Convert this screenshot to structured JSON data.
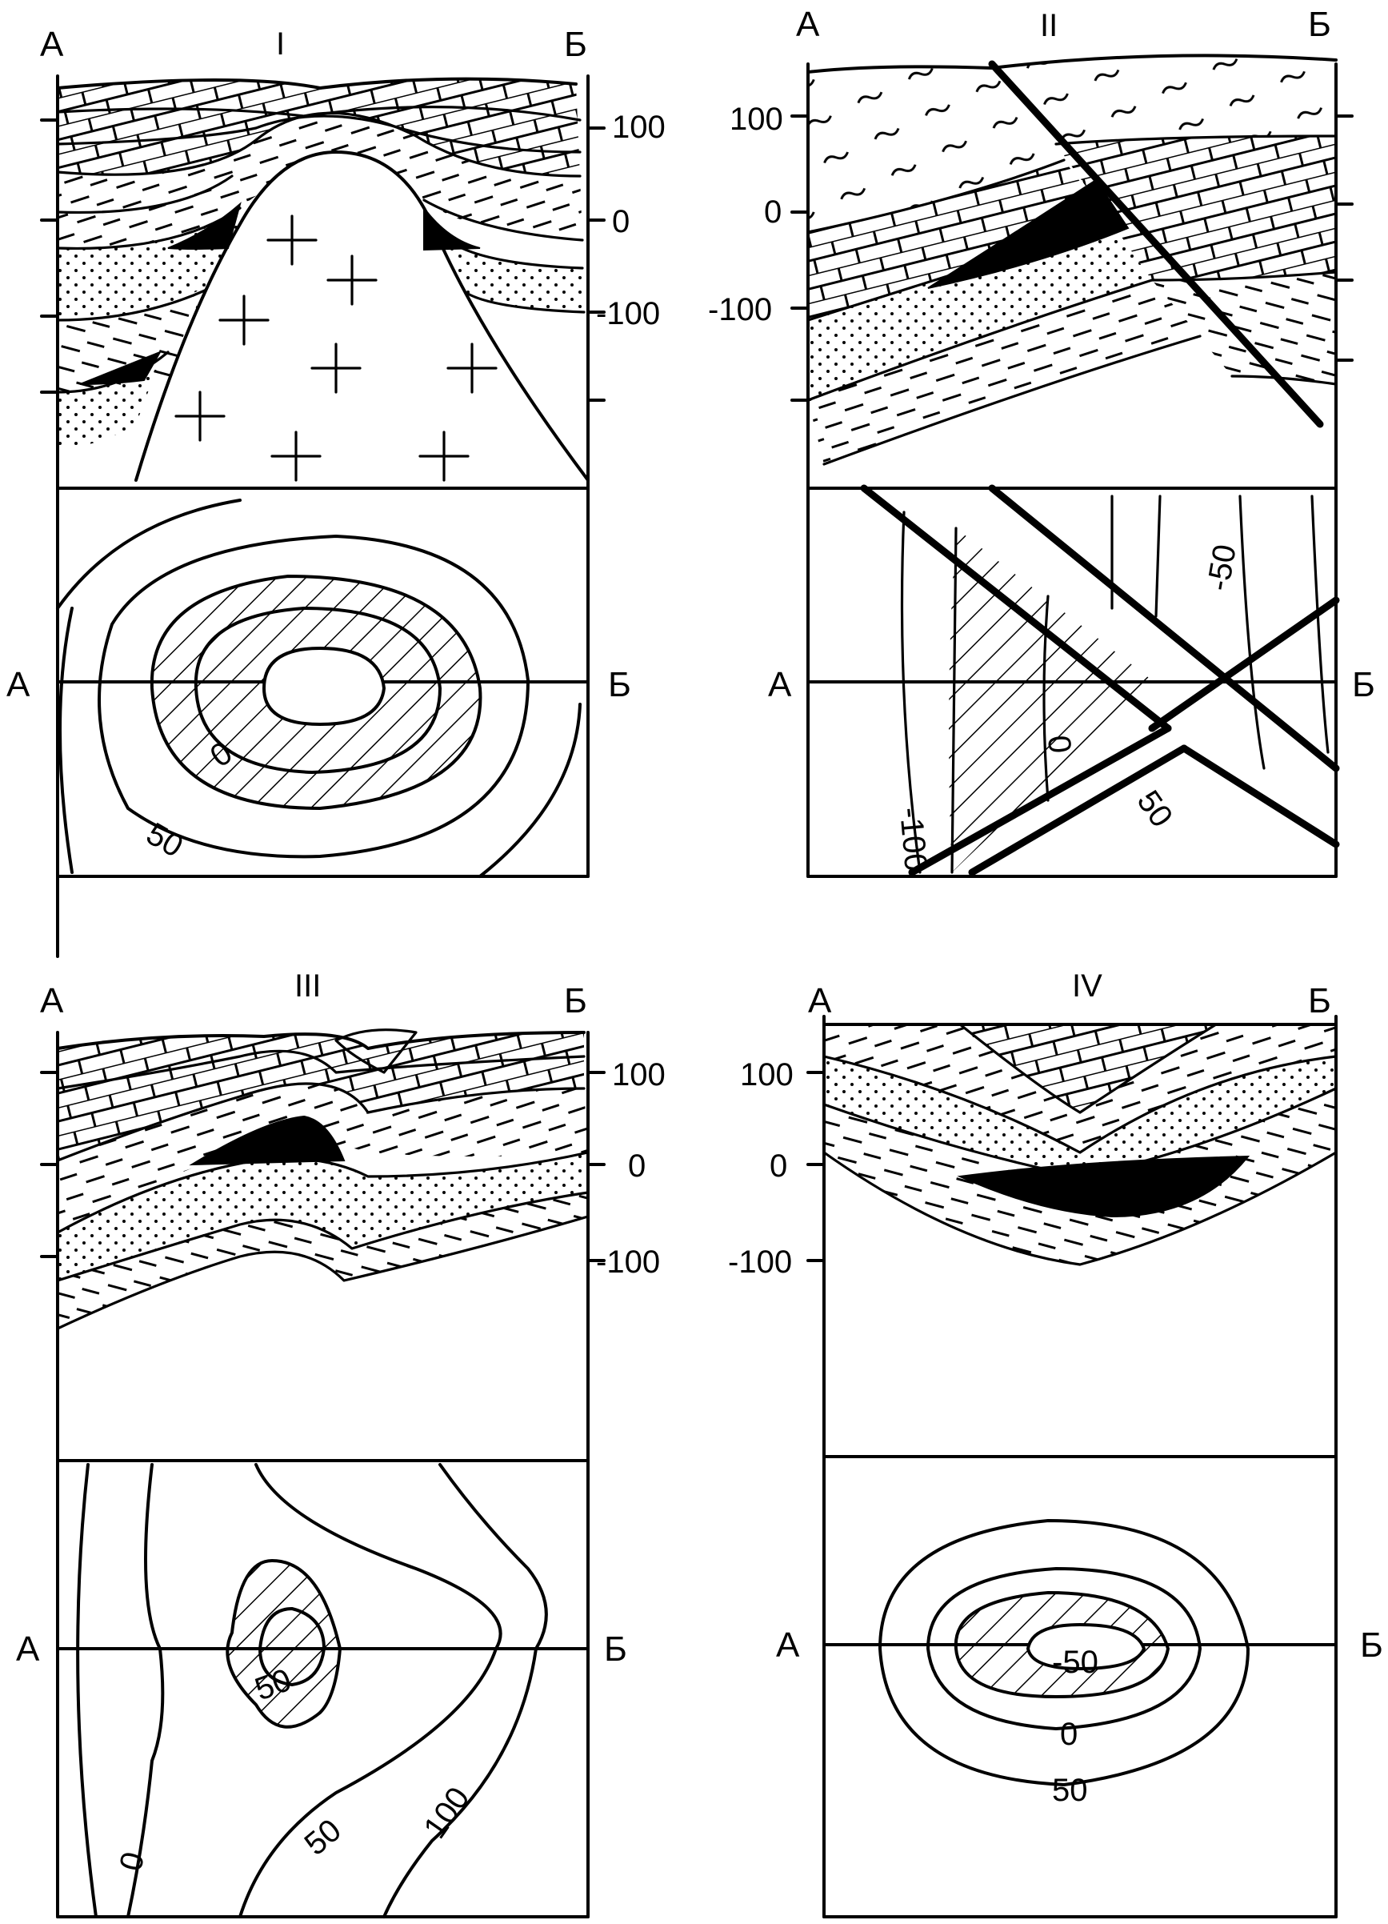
{
  "corners": {
    "left": "А",
    "right": "Б"
  },
  "panels": [
    {
      "id": "I",
      "title": "I",
      "section_ticks": [
        "100",
        "0",
        "-100"
      ],
      "map_contours": [
        "0",
        "50"
      ]
    },
    {
      "id": "II",
      "title": "II",
      "section_ticks": [
        "100",
        "0",
        "-100"
      ],
      "map_contours": [
        "-50",
        "-100",
        "0",
        "50"
      ]
    },
    {
      "id": "III",
      "title": "III",
      "section_ticks": [
        "100",
        "0",
        "-100"
      ],
      "map_contours": [
        "50",
        "0",
        "50",
        "100"
      ]
    },
    {
      "id": "IV",
      "title": "IV",
      "section_ticks": [
        "100",
        "0",
        "-100"
      ],
      "map_contours": [
        "-50",
        "0",
        "50"
      ]
    }
  ],
  "legend_icons": [
    "limestone-brick-pattern",
    "shale-dash-pattern",
    "sandstone-dot-pattern",
    "oil-deposit-black",
    "granite-cross-pattern",
    "hatched-contour-area"
  ]
}
